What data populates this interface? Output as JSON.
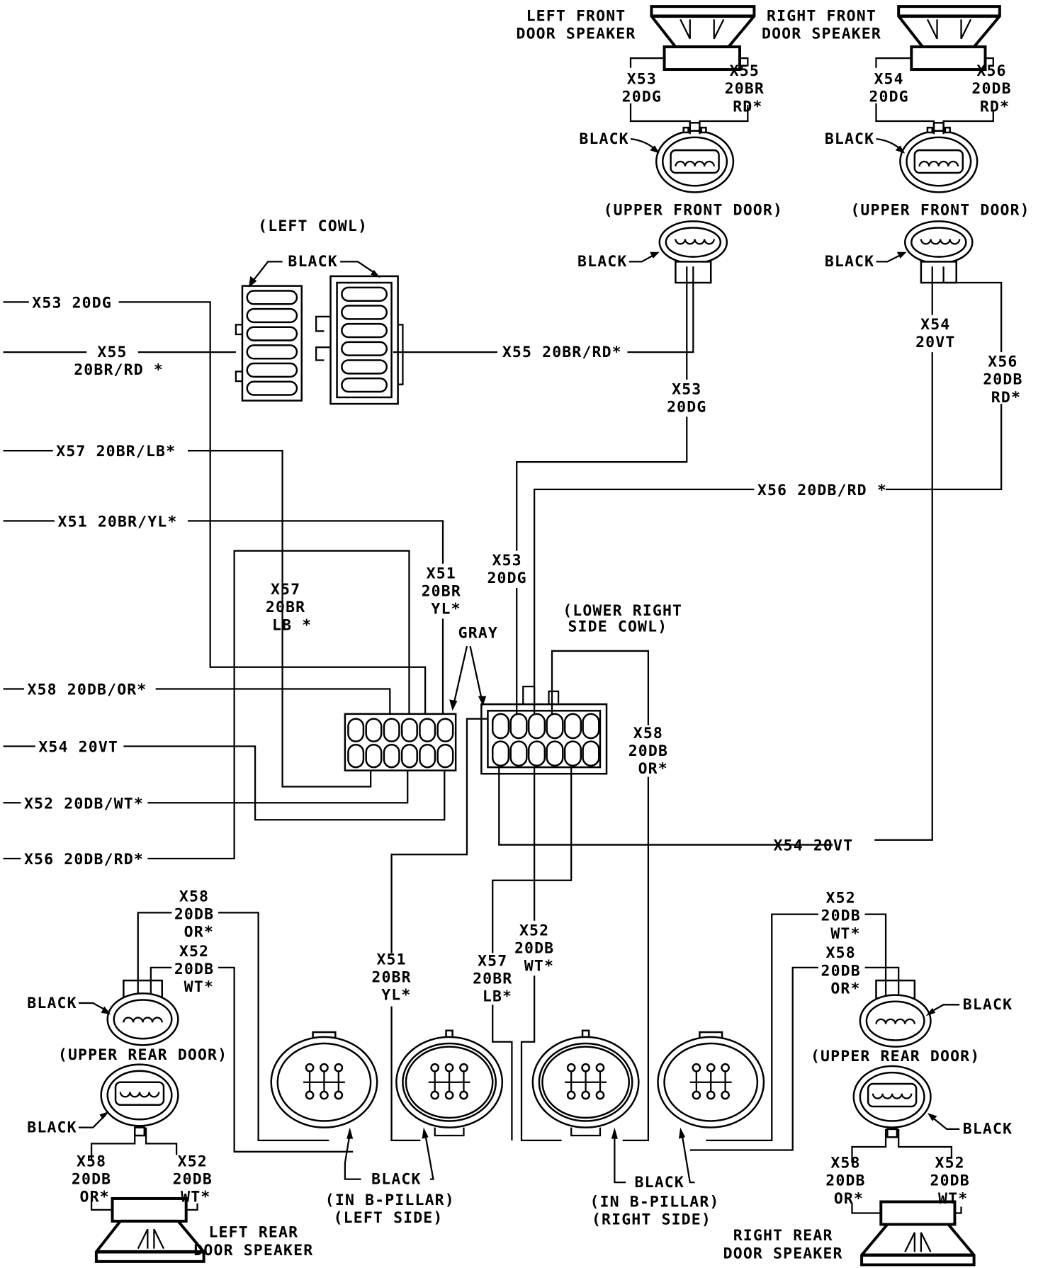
{
  "title": "Door speaker wiring diagram",
  "components": {
    "left_front_speaker": {
      "name": [
        "LEFT FRONT",
        "DOOR SPEAKER"
      ],
      "pin_left": [
        "X53",
        "20DG"
      ],
      "pin_right": [
        "X55",
        "20BR",
        "RD*"
      ]
    },
    "right_front_speaker": {
      "name": [
        "RIGHT FRONT",
        "DOOR SPEAKER"
      ],
      "pin_left": [
        "X54",
        "20DG"
      ],
      "pin_right": [
        "X56",
        "20DB",
        "RD*"
      ]
    },
    "left_rear_speaker": {
      "name": [
        "LEFT REAR",
        "DOOR SPEAKER"
      ],
      "pin_left": [
        "X58",
        "20DB",
        "OR*"
      ],
      "pin_right": [
        "X52",
        "20DB",
        "WT*"
      ]
    },
    "right_rear_speaker": {
      "name": [
        "RIGHT REAR",
        "DOOR SPEAKER"
      ],
      "pin_left": [
        "X58",
        "20DB",
        "OR*"
      ],
      "pin_right": [
        "X52",
        "20DB",
        "WT*"
      ]
    }
  },
  "connector_labels": {
    "black": "BLACK",
    "gray": "GRAY",
    "upper_front_door": "(UPPER FRONT DOOR)",
    "upper_rear_door": "(UPPER REAR DOOR)",
    "left_cowl": "(LEFT COWL)",
    "lower_right_side_cowl": [
      "(LOWER RIGHT",
      "SIDE COWL)"
    ],
    "b_pillar_left": [
      "(IN B-PILLAR)",
      "(LEFT SIDE)"
    ],
    "b_pillar_right": [
      "(IN B-PILLAR)",
      "(RIGHT SIDE)"
    ]
  },
  "left_edge_wires": [
    "X53 20DG",
    [
      "X55",
      "20BR/RD *"
    ],
    "X57 20BR/LB*",
    "X51 20BR/YL*",
    "X58 20DB/OR*",
    "X54 20VT",
    "X52 20DB/WT*",
    "X56 20DB/RD*"
  ],
  "wire_labels": {
    "x55_cowl": "X55 20BR/RD*",
    "x53_mid": [
      "X53",
      "20DG"
    ],
    "x54_right": [
      "X54",
      "20VT"
    ],
    "x56_right": [
      "X56",
      "20DB",
      "RD*"
    ],
    "x56_horiz": "X56 20DB/RD *",
    "x57_center": [
      "X57",
      "20BR",
      "LB *"
    ],
    "x51_center": [
      "X51",
      "20BR",
      "YL*"
    ],
    "x53_center": [
      "X53",
      "20DG"
    ],
    "x58_center": [
      "X58",
      "20DB",
      "OR*"
    ],
    "x54_horiz": "X54 20VT",
    "x58_lr": [
      "X58",
      "20DB",
      "OR*"
    ],
    "x52_lr": [
      "X52",
      "20DB",
      "WT*"
    ],
    "x51_bottom": [
      "X51",
      "20BR",
      "YL*"
    ],
    "x57_bottom": [
      "X57",
      "20BR",
      "LB*"
    ],
    "x52_bottom": [
      "X52",
      "20DB",
      "WT*"
    ],
    "x52_rr": [
      "X52",
      "20DB",
      "WT*"
    ],
    "x58_rr": [
      "X58",
      "20DB",
      "OR*"
    ]
  }
}
